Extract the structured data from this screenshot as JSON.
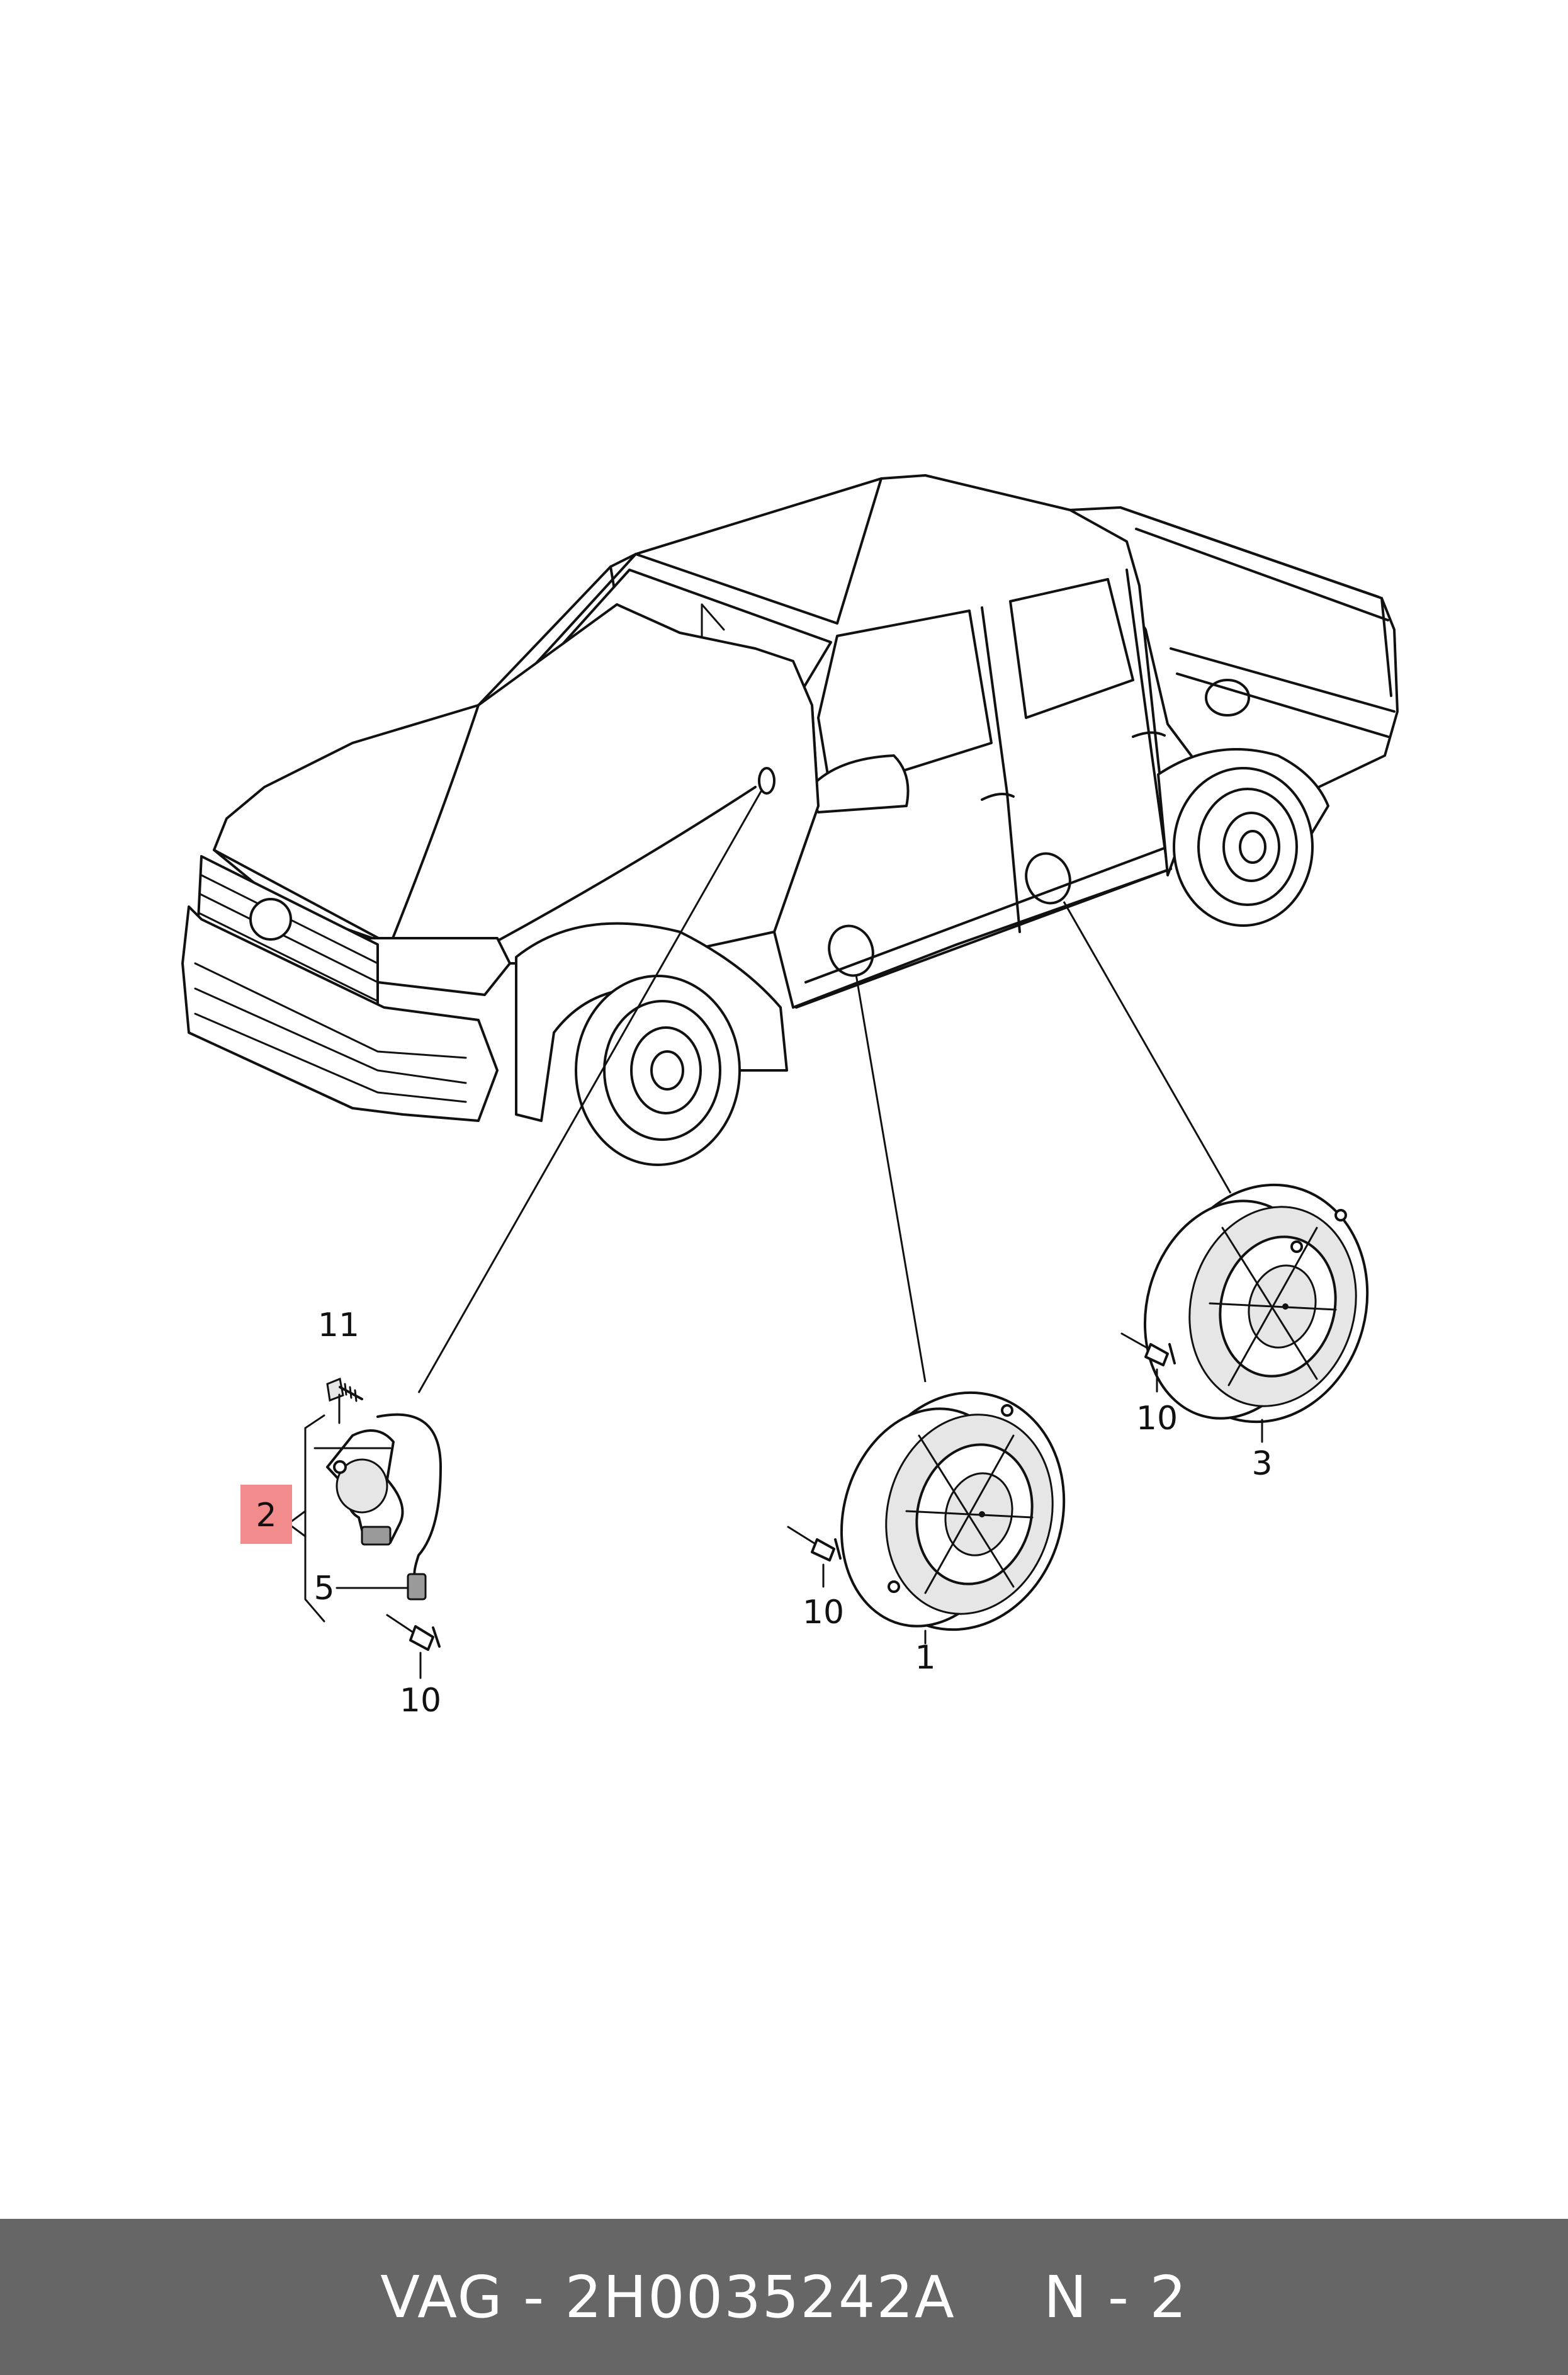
{
  "colors": {
    "footer_bg": "#666666",
    "footer_text": "#ffffff",
    "highlight": "#f28b8b",
    "line": "#111111"
  },
  "callouts": {
    "label_11": "11",
    "label_2": "2",
    "label_5": "5",
    "label_10_left": "10",
    "label_10_mid": "10",
    "label_1": "1",
    "label_10_right": "10",
    "label_3": "3"
  },
  "highlighted_part": "2",
  "footer": {
    "brand_part": "VAG - 2H0035242A",
    "page": "N - 2"
  }
}
